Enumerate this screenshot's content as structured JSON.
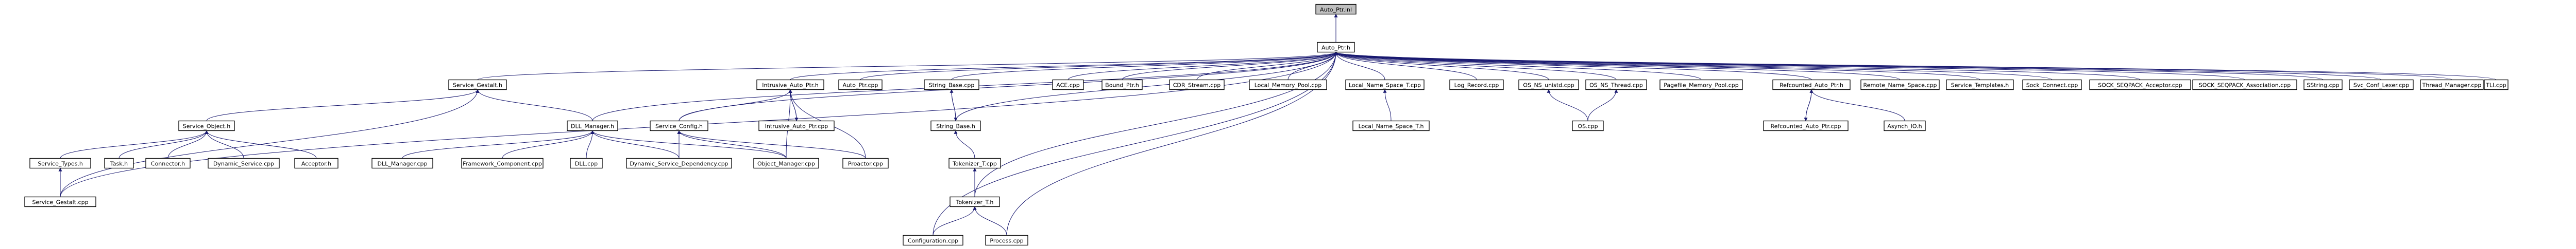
{
  "graph": {
    "colors": {
      "root_fill": "#bfbfbf",
      "node_fill": "#ffffff",
      "link_border": "#000000",
      "missing_border": "#ff0000",
      "edge": "#191970",
      "text": "#000000"
    },
    "nodes": {
      "root": {
        "label": "Auto_Ptr.inl",
        "kind": "root"
      },
      "autoh": {
        "label": "Auto_Ptr.h",
        "kind": "link"
      },
      "sgh": {
        "label": "Service_Gestalt.h",
        "kind": "link"
      },
      "iah": {
        "label": "Intrusive_Auto_Ptr.h",
        "kind": "link"
      },
      "apcpp": {
        "label": "Auto_Ptr.cpp",
        "kind": "link"
      },
      "sbcpp": {
        "label": "String_Base.cpp",
        "kind": "link"
      },
      "acecpp": {
        "label": "ACE.cpp",
        "kind": "link"
      },
      "bph": {
        "label": "Bound_Ptr.h",
        "kind": "link"
      },
      "cdrcpp": {
        "label": "CDR_Stream.cpp",
        "kind": "link"
      },
      "lmpcpp": {
        "label": "Local_Memory_Pool.cpp",
        "kind": "link"
      },
      "lnstcpp": {
        "label": "Local_Name_Space_T.cpp",
        "kind": "link"
      },
      "lrcpp": {
        "label": "Log_Record.cpp",
        "kind": "link"
      },
      "unixcpp": {
        "label": "OS_NS_unistd.cpp",
        "kind": "link"
      },
      "thrcpp": {
        "label": "OS_NS_Thread.cpp",
        "kind": "link"
      },
      "pfcpp": {
        "label": "Pagefile_Memory_Pool.cpp",
        "kind": "link"
      },
      "rcah": {
        "label": "Refcounted_Auto_Ptr.h",
        "kind": "link"
      },
      "rnscpp": {
        "label": "Remote_Name_Space.cpp",
        "kind": "link"
      },
      "sth": {
        "label": "Service_Templates.h",
        "kind": "link"
      },
      "sccpp": {
        "label": "Sock_Connect.cpp",
        "kind": "link"
      },
      "seqacc": {
        "label": "SOCK_SEQPACK_Acceptor.cpp",
        "kind": "link"
      },
      "seqass": {
        "label": "SOCK_SEQPACK_Association.cpp",
        "kind": "link"
      },
      "ssstr": {
        "label": "SString.cpp",
        "kind": "link"
      },
      "svccl": {
        "label": "Svc_Conf_Lexer.cpp",
        "kind": "link"
      },
      "tmcpp": {
        "label": "Thread_Manager.cpp",
        "kind": "link"
      },
      "tlicpp": {
        "label": "TLI.cpp",
        "kind": "link"
      },
      "soh": {
        "label": "Service_Object.h",
        "kind": "missing"
      },
      "dllmh": {
        "label": "DLL_Manager.h",
        "kind": "link"
      },
      "sch": {
        "label": "Service_Config.h",
        "kind": "missing"
      },
      "iacpp": {
        "label": "Intrusive_Auto_Ptr.cpp",
        "kind": "link"
      },
      "sbh": {
        "label": "String_Base.h",
        "kind": "missing"
      },
      "lnsth": {
        "label": "Local_Name_Space_T.h",
        "kind": "missing"
      },
      "oscpp": {
        "label": "OS.cpp",
        "kind": "link"
      },
      "rcacpp": {
        "label": "Refcounted_Auto_Ptr.cpp",
        "kind": "link"
      },
      "aioh": {
        "label": "Asynch_IO.h",
        "kind": "missing"
      },
      "svth": {
        "label": "Service_Types.h",
        "kind": "missing"
      },
      "taskh": {
        "label": "Task.h",
        "kind": "missing"
      },
      "connh": {
        "label": "Connector.h",
        "kind": "missing"
      },
      "dsvc": {
        "label": "Dynamic_Service.cpp",
        "kind": "missing"
      },
      "acch": {
        "label": "Acceptor.h",
        "kind": "missing"
      },
      "dllmcpp": {
        "label": "DLL_Manager.cpp",
        "kind": "link"
      },
      "fwcpp": {
        "label": "Framework_Component.cpp",
        "kind": "link"
      },
      "dllcpp": {
        "label": "DLL.cpp",
        "kind": "link"
      },
      "dsdcpp": {
        "label": "Dynamic_Service_Dependency.cpp",
        "kind": "link"
      },
      "omcpp": {
        "label": "Object_Manager.cpp",
        "kind": "link"
      },
      "prcpp": {
        "label": "Proactor.cpp",
        "kind": "link"
      },
      "tokcpp": {
        "label": "Tokenizer_T.cpp",
        "kind": "link"
      },
      "sgcpp": {
        "label": "Service_Gestalt.cpp",
        "kind": "link"
      },
      "tokh": {
        "label": "Tokenizer_T.h",
        "kind": "link"
      },
      "cfgcpp": {
        "label": "Configuration.cpp",
        "kind": "link"
      },
      "proccpp": {
        "label": "Process.cpp",
        "kind": "link"
      }
    }
  }
}
